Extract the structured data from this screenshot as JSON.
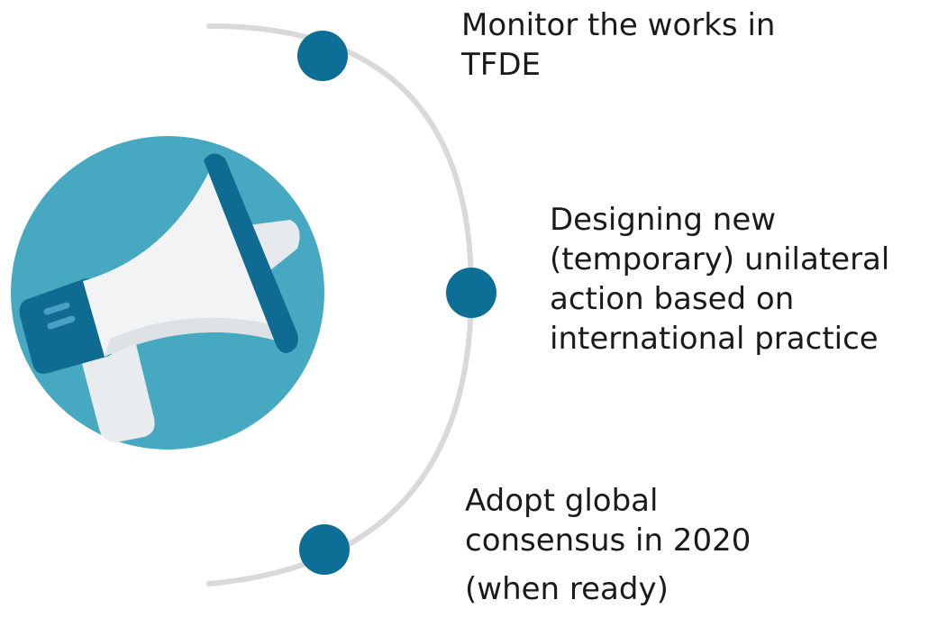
{
  "steps": [
    {
      "lines": [
        "Monitor the works in",
        "TFDE"
      ]
    },
    {
      "lines": [
        "Designing new",
        "(temporary) unilateral",
        "action based on",
        "international practice"
      ]
    },
    {
      "lines": [
        "Adopt global",
        "consensus in 2020",
        "(when ready)"
      ]
    }
  ],
  "icon": {
    "name": "megaphone-icon"
  },
  "colors": {
    "arc": "#d9d9d9",
    "node": "#0d6f96",
    "circle_bg": "#47a9c1",
    "megaphone_dark": "#0f6b91",
    "megaphone_light": "#f1f3f5",
    "text": "#1a1a1a"
  }
}
